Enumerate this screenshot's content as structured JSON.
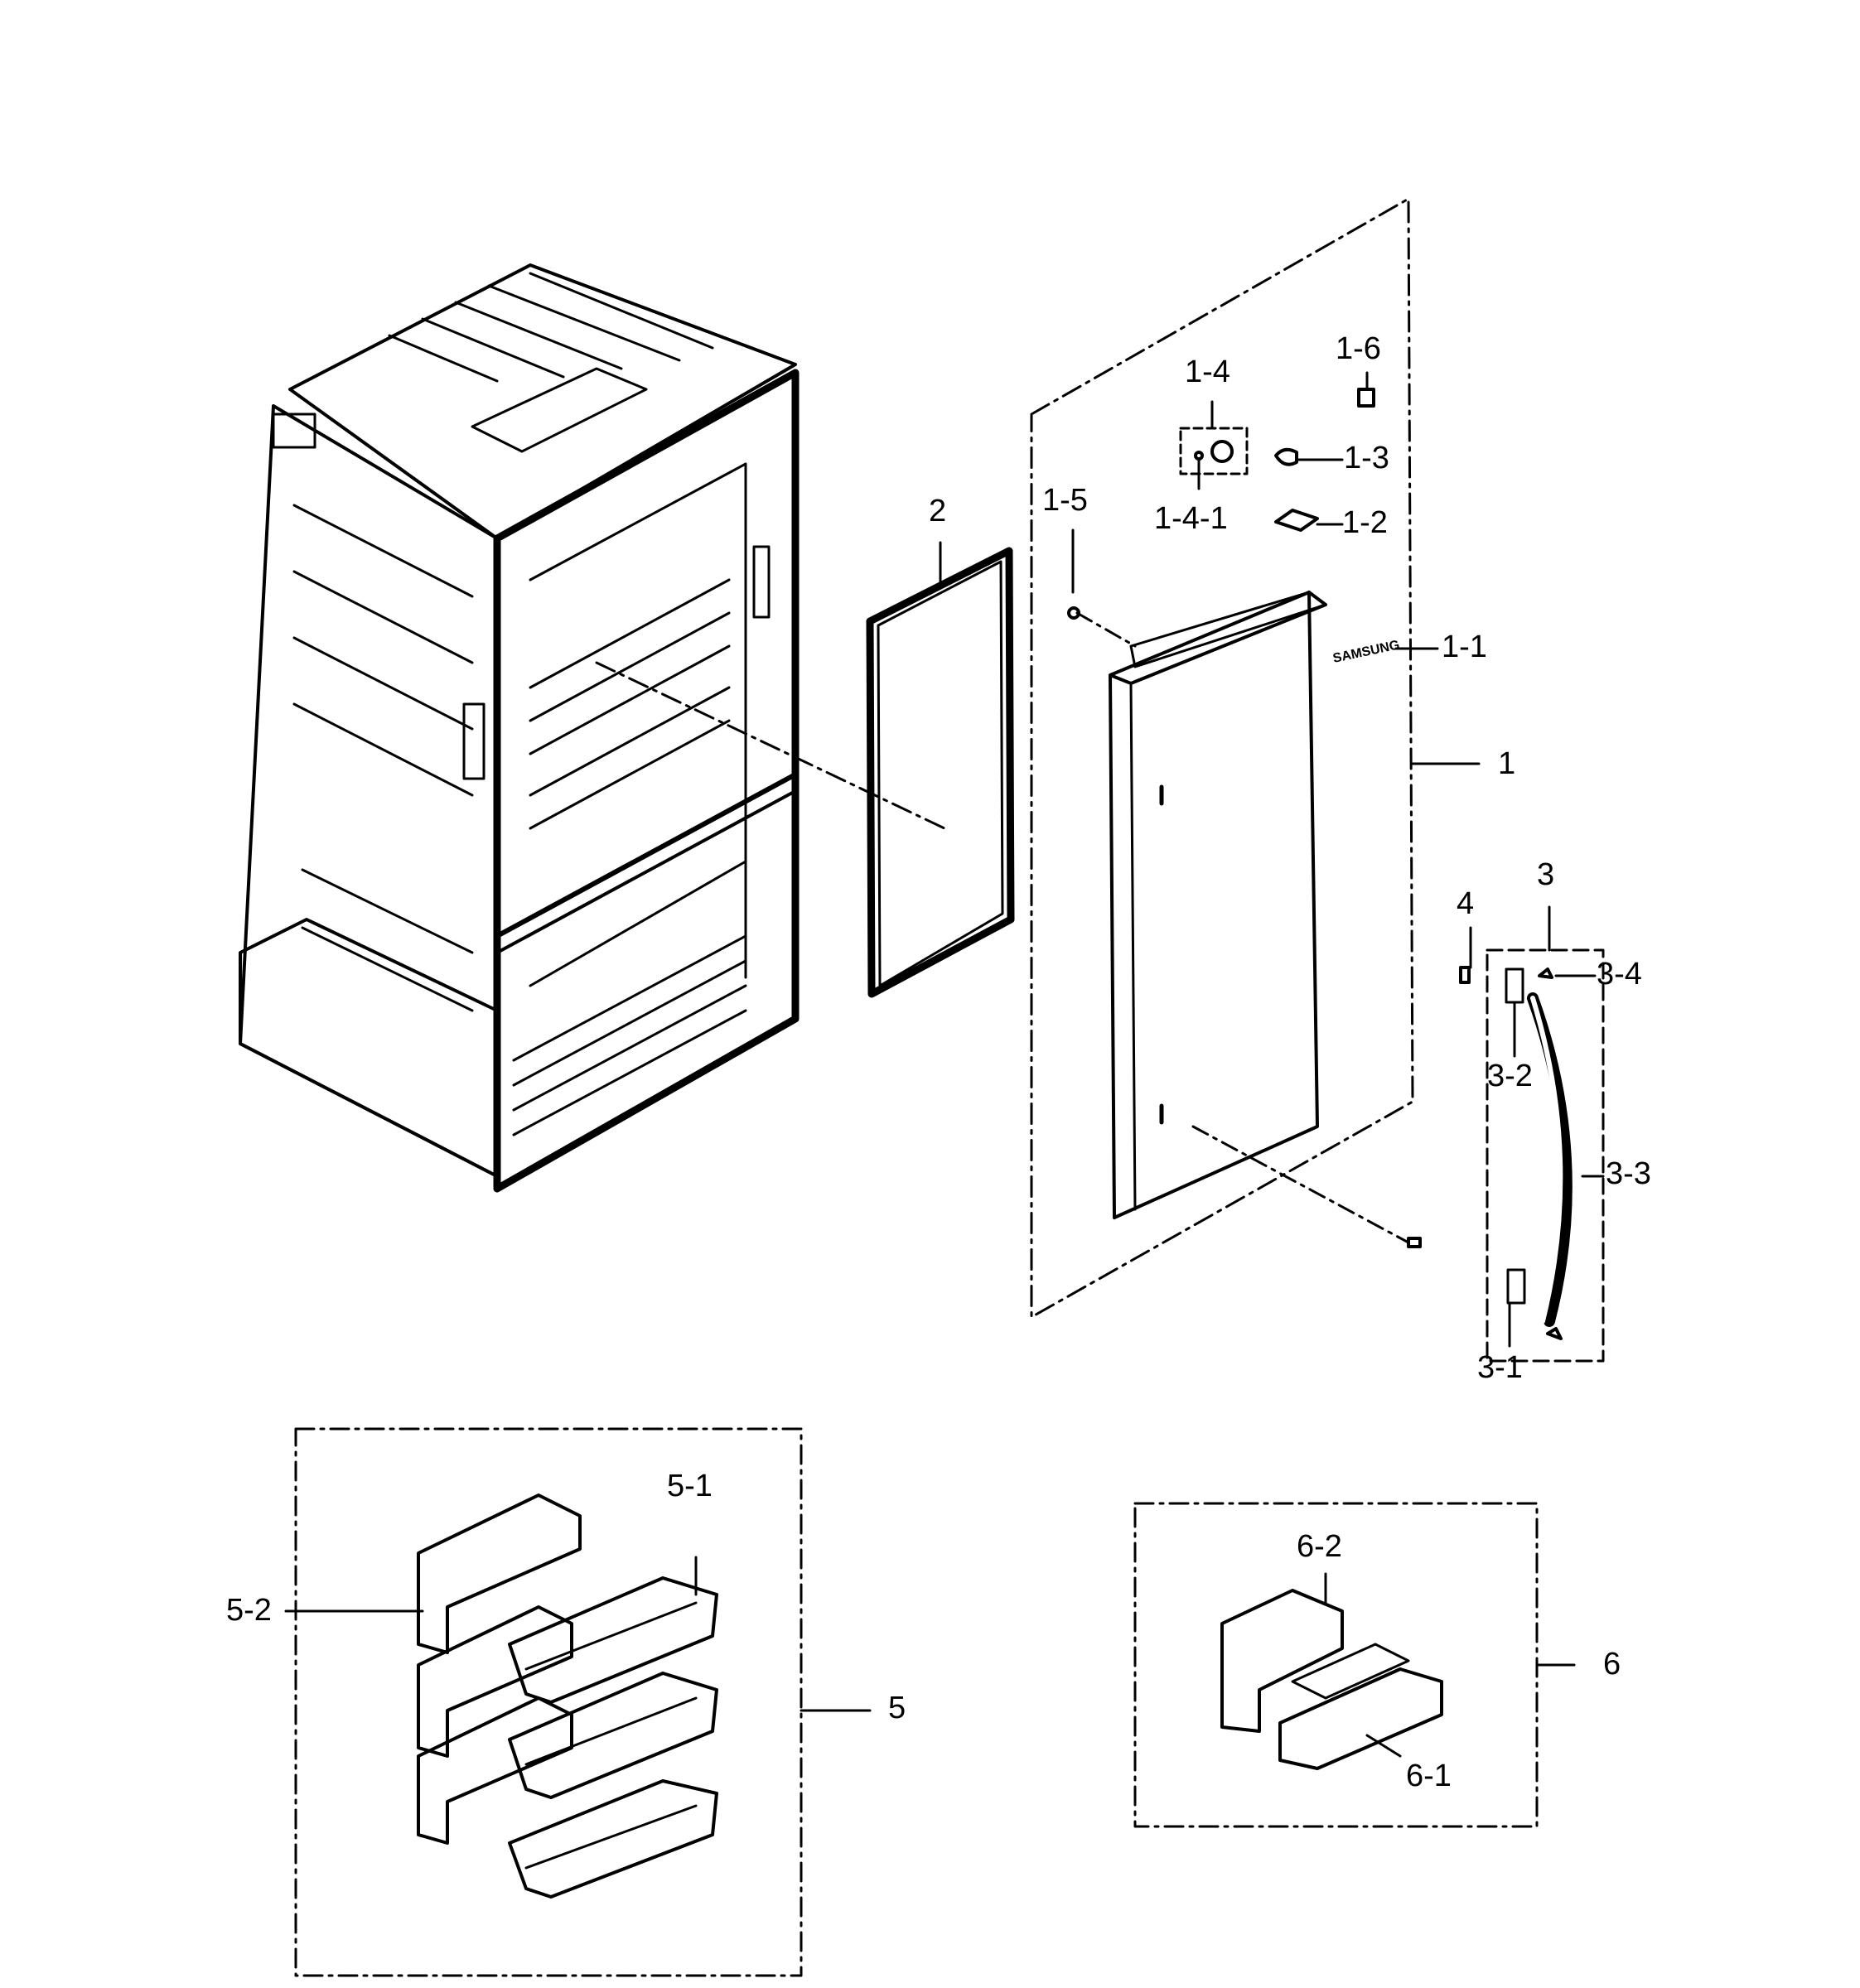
{
  "colors": {
    "ink": "#000000",
    "background": "#ffffff"
  },
  "brand_mark": "SAMSUNG",
  "callouts": {
    "c1": "1",
    "c1_1": "1-1",
    "c1_2": "1-2",
    "c1_3": "1-3",
    "c1_4": "1-4",
    "c1_4_1": "1-4-1",
    "c1_5": "1-5",
    "c1_6": "1-6",
    "c2": "2",
    "c3": "3",
    "c3_1": "3-1",
    "c3_2": "3-2",
    "c3_3": "3-3",
    "c3_4": "3-4",
    "c4": "4",
    "c5": "5",
    "c5_1": "5-1",
    "c5_2": "5-2",
    "c6": "6",
    "c6_1": "6-1",
    "c6_2": "6-2"
  }
}
